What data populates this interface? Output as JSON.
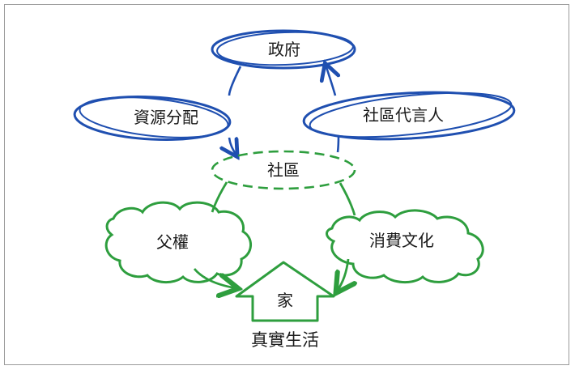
{
  "nodes": {
    "government": "政府",
    "resource_allocation": "資源分配",
    "community_spokesperson": "社區代言人",
    "community": "社區",
    "patriarchy": "父權",
    "consumer_culture": "消費文化",
    "home": "家"
  },
  "caption": "真實生活",
  "colors": {
    "blue": "#1f4fb0",
    "green": "#2e9e3e",
    "frame": "#9a9a9a"
  }
}
